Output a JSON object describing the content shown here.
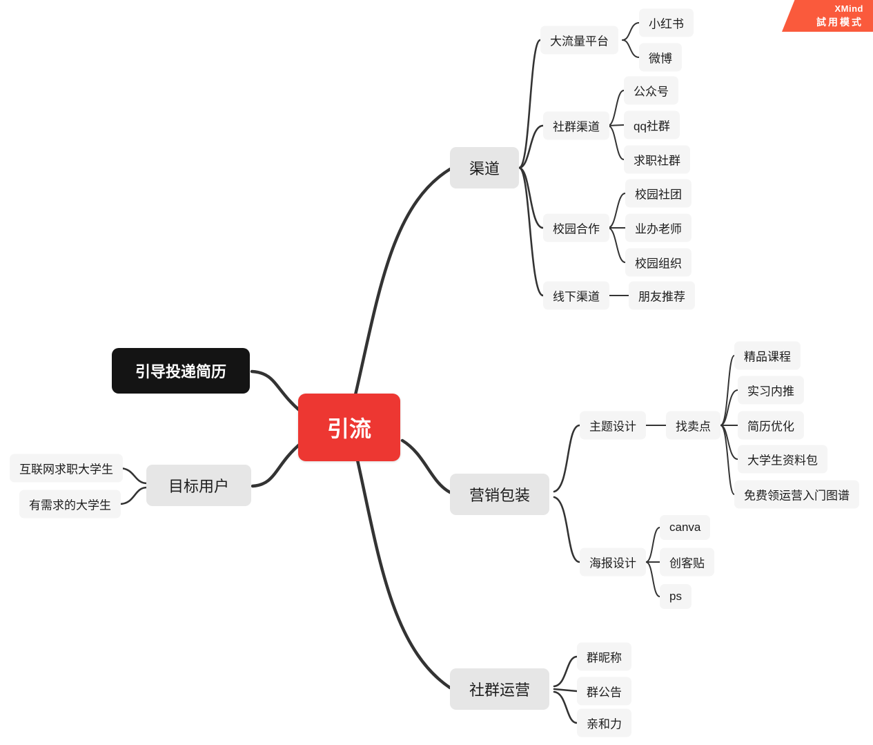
{
  "badge": {
    "title": "XMind",
    "subtitle": "試用模式"
  },
  "colors": {
    "root_bg": "#ed3732",
    "root_text": "#ffffff",
    "black_node_bg": "#141414",
    "topic_bg": "#e6e6e6",
    "leaf_bg": "#f5f5f5",
    "edge": "#333333",
    "badge_bg": "#fa5a3c"
  },
  "mindmap": {
    "root": {
      "label": "引流"
    },
    "topics": [
      {
        "label": "引导投递简历"
      },
      {
        "label": "目标用户",
        "children": [
          {
            "label": "互联网求职大学生"
          },
          {
            "label": "有需求的大学生"
          }
        ]
      },
      {
        "label": "渠道",
        "children": [
          {
            "label": "大流量平台",
            "children": [
              {
                "label": "小红书"
              },
              {
                "label": "微博"
              }
            ]
          },
          {
            "label": "社群渠道",
            "children": [
              {
                "label": "公众号"
              },
              {
                "label": "qq社群"
              },
              {
                "label": "求职社群"
              }
            ]
          },
          {
            "label": "校园合作",
            "children": [
              {
                "label": "校园社团"
              },
              {
                "label": "业办老师"
              },
              {
                "label": "校园组织"
              }
            ]
          },
          {
            "label": "线下渠道",
            "children": [
              {
                "label": "朋友推荐"
              }
            ]
          }
        ]
      },
      {
        "label": "营销包装",
        "children": [
          {
            "label": "主题设计",
            "children": [
              {
                "label": "找卖点",
                "children": [
                  {
                    "label": "精品课程"
                  },
                  {
                    "label": "实习内推"
                  },
                  {
                    "label": "简历优化"
                  },
                  {
                    "label": "大学生资料包"
                  },
                  {
                    "label": "免费领运营入门图谱"
                  }
                ]
              }
            ]
          },
          {
            "label": "海报设计",
            "children": [
              {
                "label": "canva"
              },
              {
                "label": "创客贴"
              },
              {
                "label": "ps"
              }
            ]
          }
        ]
      },
      {
        "label": "社群运营",
        "children": [
          {
            "label": "群昵称"
          },
          {
            "label": "群公告"
          },
          {
            "label": "亲和力"
          }
        ]
      }
    ]
  }
}
